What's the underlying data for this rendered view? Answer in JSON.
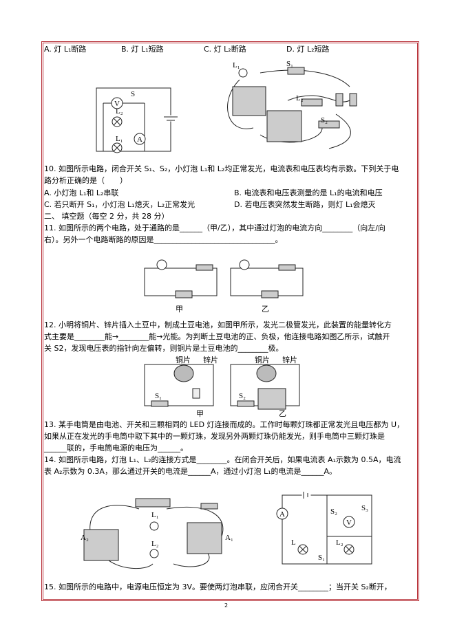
{
  "q9_options": [
    "A. 灯 L₁断路",
    "B. 灯 L₁短路",
    "C. 灯 L₂断路",
    "D. 灯 L₂短路"
  ],
  "fig9": {
    "s": "S",
    "v": "V",
    "l2": "L₂",
    "l1": "L₁",
    "a": "A",
    "photo_l1": "L₁",
    "photo_s1": "S₁",
    "photo_l2": "L₂",
    "photo_s2": "S₂"
  },
  "q10": {
    "line1": "10. 如图所示电路，闭合开关 S₁、S₂，小灯泡 L₁和 L₂均正常发光，电流表和电压表均有示数。下列关于电",
    "line2": "路分析正确的是（　　）",
    "A": "A. 小灯泡 L₁和 L₂串联",
    "B": "B. 电流表和电压表测量的是 L₁的电流和电压",
    "C": "C. 若只断开 S₁，小灯泡 L₁熄灭，L₂正常发光",
    "D": "D. 若电压表突然发生断路，则灯 L₁会熄灭"
  },
  "section2": "二、 填空题（每空 2 分，共 28 分）",
  "q11": {
    "line1": "11. 如图所示的两个电路，处于通路的是______（甲/乙），其中通过灯泡的电流方向________（向左/向",
    "line2": "右）。另外一个电路断路的原因是________________________________。",
    "jia": "甲",
    "yi": "乙"
  },
  "q12": {
    "line1": "12. 小明将铜片、锌片插入土豆中，制成土豆电池，如图甲所示，发光二极管发光，此装置的能量转化方",
    "line2": "式主要是________能→________能→光能。为判断土豆电池的正、负极，他连接电路如图乙所示，试触开",
    "line3": "关 S2，发现电压表的指针向左偏转，则铜片是土豆电池的________极。",
    "cu": "铜片",
    "zn": "锌片",
    "s1": "S₁",
    "s2": "S₂",
    "jia": "甲",
    "yi": "乙"
  },
  "q13": {
    "line1": "13. 某手电筒是由电池、开关和三颗相同的 LED 灯连接而成的。工作时每颗灯珠都正常发光且电压都为 U，",
    "line2": "如果从正在发光的手电筒中取下其中的一颗灯珠，发现另外两颗灯珠仍能发光，则手电筒中三颗灯珠是",
    "line3": "______联的，手电筒电源的电压为______。"
  },
  "q14": {
    "line1": "14. 如图所示电路，灯泡 L₁、L₂的连接方式是________。在闭合开关后，如果电流表 A₁示数为 0.5A，电流",
    "line2": "表 A₂示数为 0.3A，那么通过开关的电流是______A，通过小灯泡 L₁的电流是______A。",
    "a1": "A₁",
    "a2": "A₂",
    "l1": "L₁",
    "l2": "L₂"
  },
  "fig15": {
    "a": "A",
    "s2": "S₂",
    "s3": "S₃",
    "v": "V",
    "l": "L",
    "l2": "L₂",
    "s1": "S₁"
  },
  "q15": {
    "line1": "15. 如图所示的电路中，电源电压恒定为 3V。要使两灯泡串联，应闭合开关________；当开关 S₂断开，"
  },
  "page_number": "2"
}
